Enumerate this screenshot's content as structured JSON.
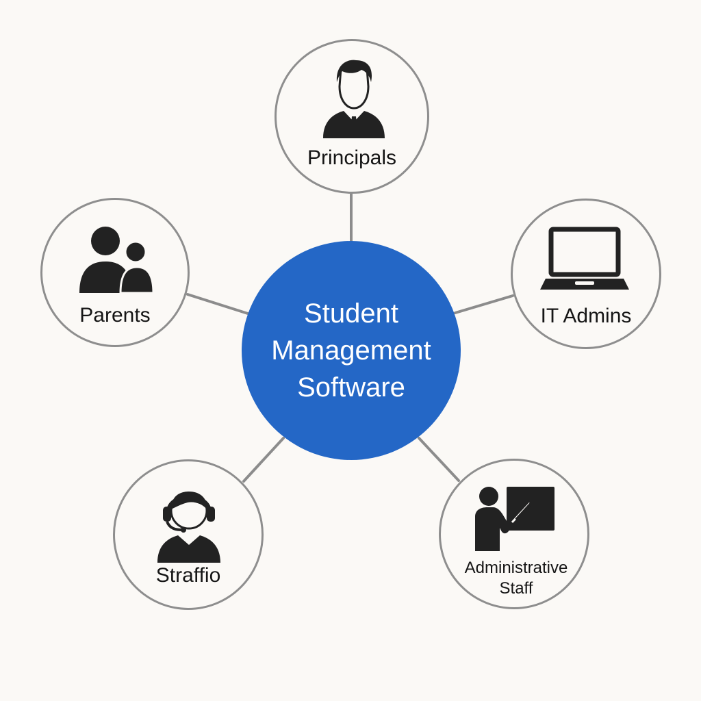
{
  "center": {
    "title_lines": [
      "Student",
      "Management",
      "Software"
    ],
    "color": "#2467c6"
  },
  "nodes": {
    "principals": {
      "label": "Principals",
      "icon": "businessman-icon"
    },
    "parents": {
      "label": "Parents",
      "icon": "parent-and-child-icon"
    },
    "it_admins": {
      "label": "IT Admins",
      "icon": "laptop-icon"
    },
    "staffio": {
      "label": "Straffio",
      "icon": "headset-support-icon"
    },
    "admin_staff": {
      "label_lines": [
        "Administrative",
        "Staff"
      ],
      "icon": "presenter-board-icon"
    }
  },
  "colors": {
    "background": "#fbf9f6",
    "node_border": "#8e8e8e",
    "connector": "#8c8c8c",
    "icon": "#222222"
  }
}
